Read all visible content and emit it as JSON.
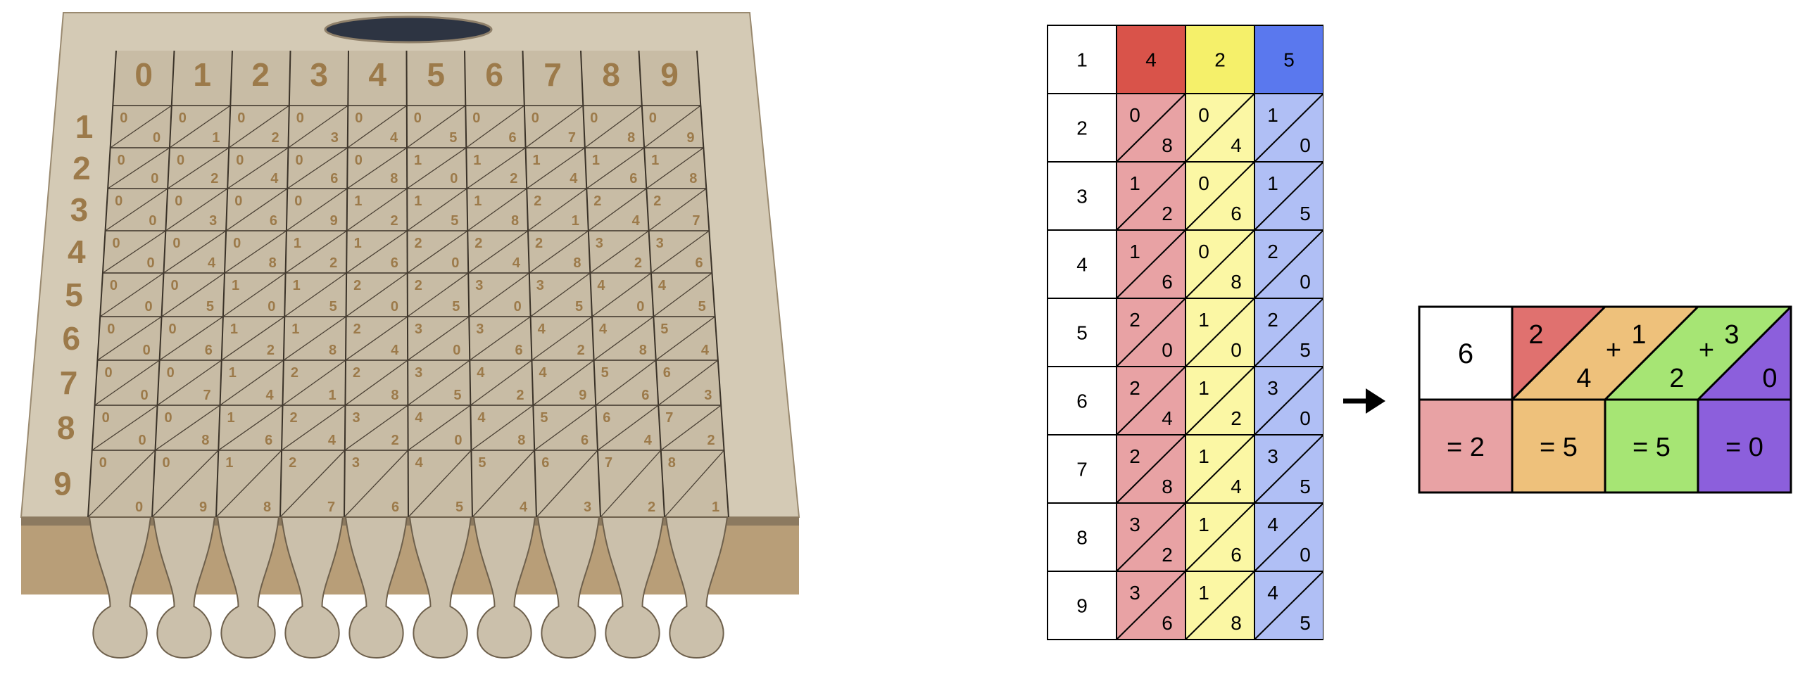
{
  "colors": {
    "red": "#d9534a",
    "yellow": "#f5f06a",
    "blue": "#5a78ee",
    "pink": "#e8a2a4",
    "paleyellow": "#fbf7a4",
    "paleblue": "#b0bff5",
    "salmon": "#e0716f",
    "orange": "#eec17b",
    "green": "#a6e574",
    "purple": "#8c5fdc",
    "wood": "#c8bca5",
    "wood_light": "#d4cab5",
    "wood_dark": "#a89880",
    "engrave": "#9c7a4a"
  },
  "board": {
    "column_digits": [
      "0",
      "1",
      "2",
      "3",
      "4",
      "5",
      "6",
      "7",
      "8",
      "9"
    ],
    "row_digits": [
      "1",
      "2",
      "3",
      "4",
      "5",
      "6",
      "7",
      "8",
      "9"
    ]
  },
  "rods_table": {
    "index_column": [
      "1",
      "2",
      "3",
      "4",
      "5",
      "6",
      "7",
      "8",
      "9"
    ],
    "header_rods": [
      {
        "digit": "4",
        "color": "red"
      },
      {
        "digit": "2",
        "color": "yellow"
      },
      {
        "digit": "5",
        "color": "blue"
      }
    ],
    "rods": [
      {
        "tint": "pink",
        "cells": [
          [
            "0",
            "8"
          ],
          [
            "1",
            "2"
          ],
          [
            "1",
            "6"
          ],
          [
            "2",
            "0"
          ],
          [
            "2",
            "4"
          ],
          [
            "2",
            "8"
          ],
          [
            "3",
            "2"
          ],
          [
            "3",
            "6"
          ]
        ]
      },
      {
        "tint": "paleyellow",
        "cells": [
          [
            "0",
            "4"
          ],
          [
            "0",
            "6"
          ],
          [
            "0",
            "8"
          ],
          [
            "1",
            "0"
          ],
          [
            "1",
            "2"
          ],
          [
            "1",
            "4"
          ],
          [
            "1",
            "6"
          ],
          [
            "1",
            "8"
          ]
        ]
      },
      {
        "tint": "paleblue",
        "cells": [
          [
            "1",
            "0"
          ],
          [
            "1",
            "5"
          ],
          [
            "2",
            "0"
          ],
          [
            "2",
            "5"
          ],
          [
            "3",
            "0"
          ],
          [
            "3",
            "5"
          ],
          [
            "4",
            "0"
          ],
          [
            "4",
            "5"
          ]
        ]
      }
    ]
  },
  "arrow": {
    "icon": "right-arrow-icon"
  },
  "example": {
    "multiplier": "6",
    "top": {
      "d1": "2",
      "d2": "4",
      "op1": "+",
      "d3": "1",
      "d4": "2",
      "op2": "+",
      "d5": "3",
      "d6": "0"
    },
    "results": [
      "= 2",
      "= 5",
      "= 5",
      "= 0"
    ]
  }
}
